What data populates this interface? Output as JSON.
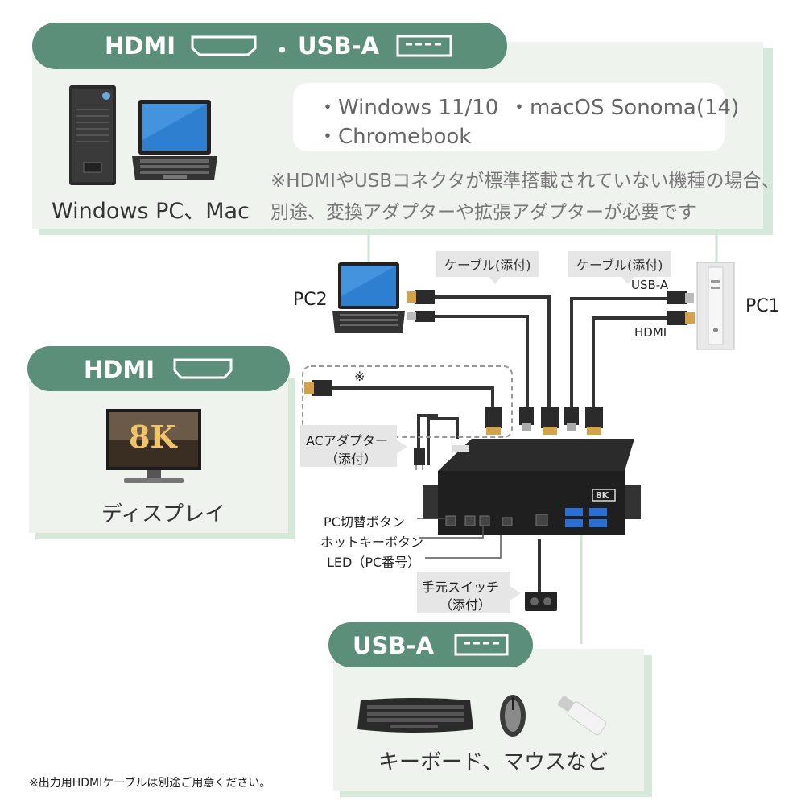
{
  "top_panel": {
    "header": {
      "hdmi": "HDMI",
      "separator": "・",
      "usb": "USB-A"
    },
    "os_list": [
      "・Windows 11/10",
      "・macOS Sonoma(14)",
      "・Chromebook"
    ],
    "note_line1": "※HDMIやUSBコネクタが標準搭載されていない機種の場合、",
    "note_line2": "別途、変換アダプターや拡張アダプターが必要です",
    "caption": "Windows PC、Mac"
  },
  "middle": {
    "cable_tag_left": "ケーブル(添付)",
    "cable_tag_right": "ケーブル(添付)",
    "usb_a_label": "USB-A",
    "hdmi_label": "HDMI",
    "pc1_label": "PC1",
    "pc2_label": "PC2",
    "asterisk": "※",
    "ac_adapter_line1": "ACアダプター",
    "ac_adapter_line2": "（添付）",
    "device_badge": "8K",
    "pc_switch_label": "PC切替ボタン",
    "hotkey_label": "ホットキーボタン",
    "led_label": "LED（PC番号）",
    "remote_line1": "手元スイッチ",
    "remote_line2": "（添付）"
  },
  "display_panel": {
    "header": "HDMI",
    "monitor_text": "8K",
    "caption": "ディスプレイ"
  },
  "usb_panel": {
    "header": "USB-A",
    "caption": "キーボード、マウスなど"
  },
  "footnote": "※出力用HDMIケーブルは別途ご用意ください。",
  "colors": {
    "accent": "#5b8f7a",
    "panel": "#eef3ee",
    "shadow": "#d6e8d9"
  }
}
